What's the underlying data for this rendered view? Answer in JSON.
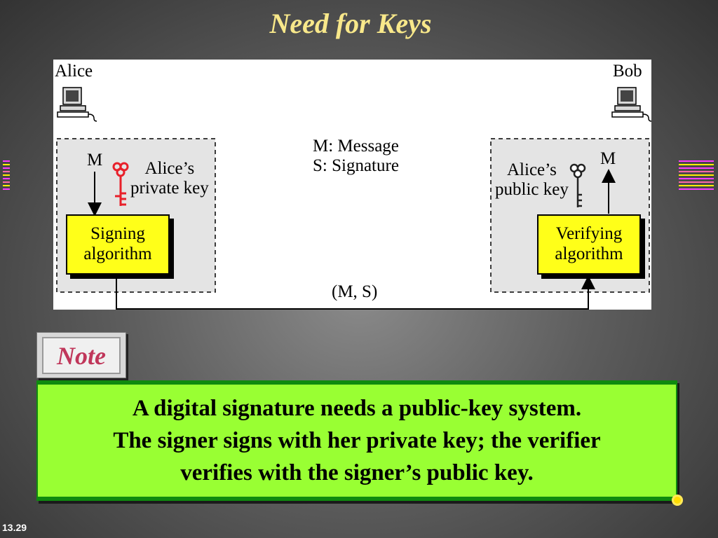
{
  "slide": {
    "title": "Need for Keys",
    "page_number": "13.29"
  },
  "diagram": {
    "sender_name": "Alice",
    "receiver_name": "Bob",
    "legend_line1": "M: Message",
    "legend_line2": "S: Signature",
    "sender_message": "M",
    "receiver_message": "M",
    "private_key_line1": "Alice’s",
    "private_key_line2": "private key",
    "public_key_line1": "Alice’s",
    "public_key_line2": "public key",
    "signing_line1": "Signing",
    "signing_line2": "algorithm",
    "verifying_line1": "Verifying",
    "verifying_line2": "algorithm",
    "transmitted": "(M, S)",
    "colors": {
      "private_key": "#e8202a",
      "public_key": "#222222",
      "algorithm_box": "#ffff19"
    }
  },
  "note": {
    "label": "Note",
    "line1": "A digital signature needs a public-key system.",
    "line2": "The signer signs with her private key; the verifier",
    "line3": "verifies with the signer’s public key."
  }
}
